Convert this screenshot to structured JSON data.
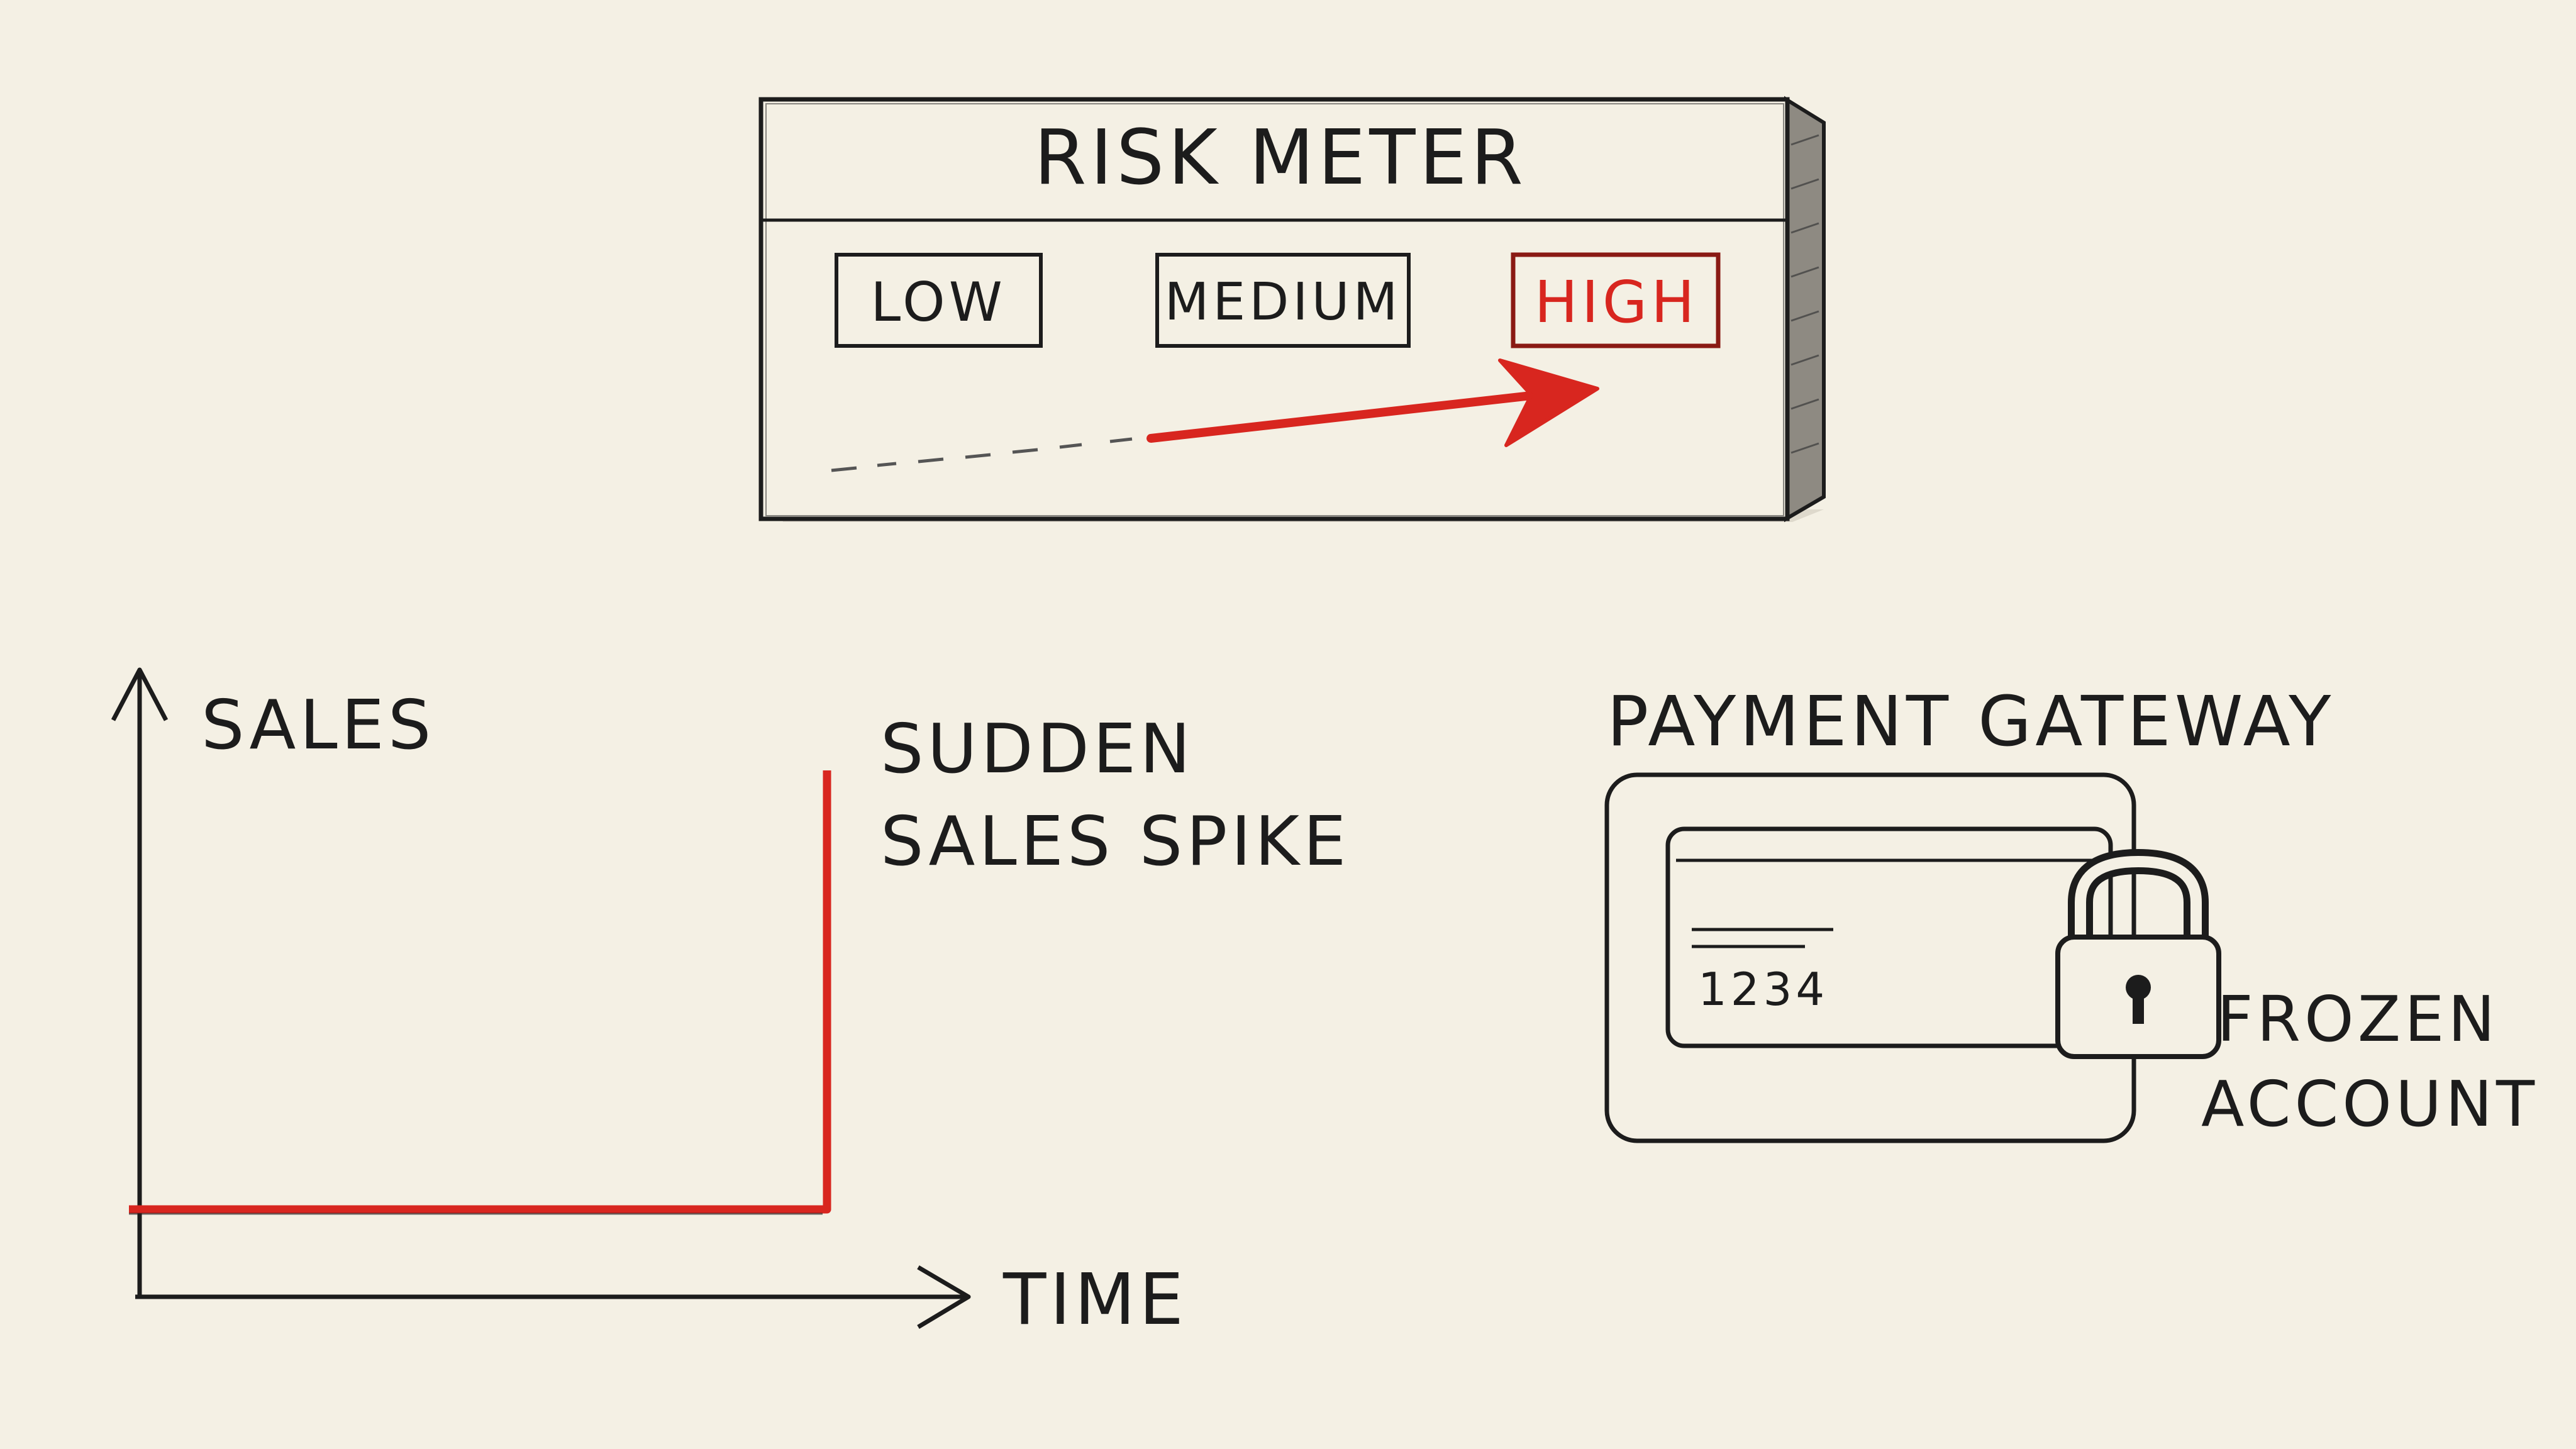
{
  "colors": {
    "ink": "#1c1c1c",
    "accent_red": "#d8261f",
    "paper": "#f4f0e4"
  },
  "risk_meter": {
    "title": "RISK METER",
    "levels": [
      "LOW",
      "MEDIUM",
      "HIGH"
    ],
    "selected_level": "HIGH"
  },
  "sales_chart": {
    "y_axis_label": "SALES",
    "x_axis_label": "TIME",
    "annotation_line1": "SUDDEN",
    "annotation_line2": "SALES SPIKE"
  },
  "payment_gateway": {
    "title": "PAYMENT GATEWAY",
    "card_number": "1234",
    "lock_icon": "padlock-icon",
    "status_line1": "FROZEN",
    "status_line2": "ACCOUNT"
  }
}
